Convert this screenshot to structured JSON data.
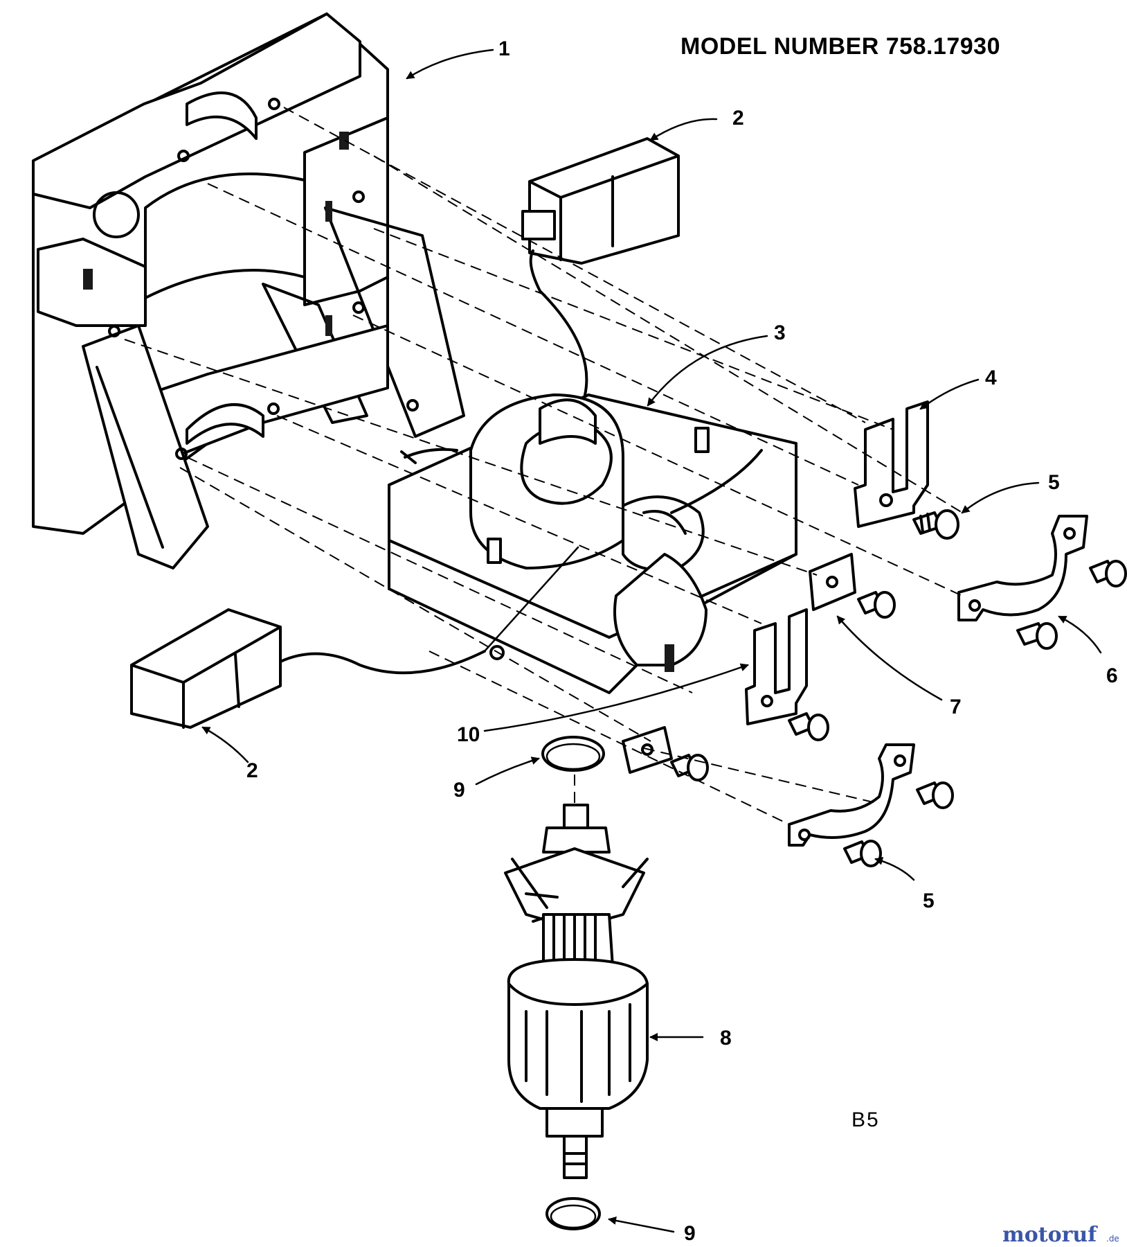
{
  "header": {
    "model_label": "MODEL NUMBER 758.17930"
  },
  "footer": {
    "sheet_code": "B5"
  },
  "watermark": {
    "brand": "motoruf",
    "suffix": ".de"
  },
  "colors": {
    "ink": "#000000",
    "paper": "#ffffff",
    "wm_blue": "#3a55a8",
    "wm_orange": "#e8741c",
    "wm_green": "#2e9a3e"
  },
  "callouts": {
    "c1": "1",
    "c2a": "2",
    "c2b": "2",
    "c3": "3",
    "c4": "4",
    "c5a": "5",
    "c5b": "5",
    "c6": "6",
    "c7": "7",
    "c8": "8",
    "c9a": "9",
    "c9b": "9",
    "c10": "10"
  }
}
